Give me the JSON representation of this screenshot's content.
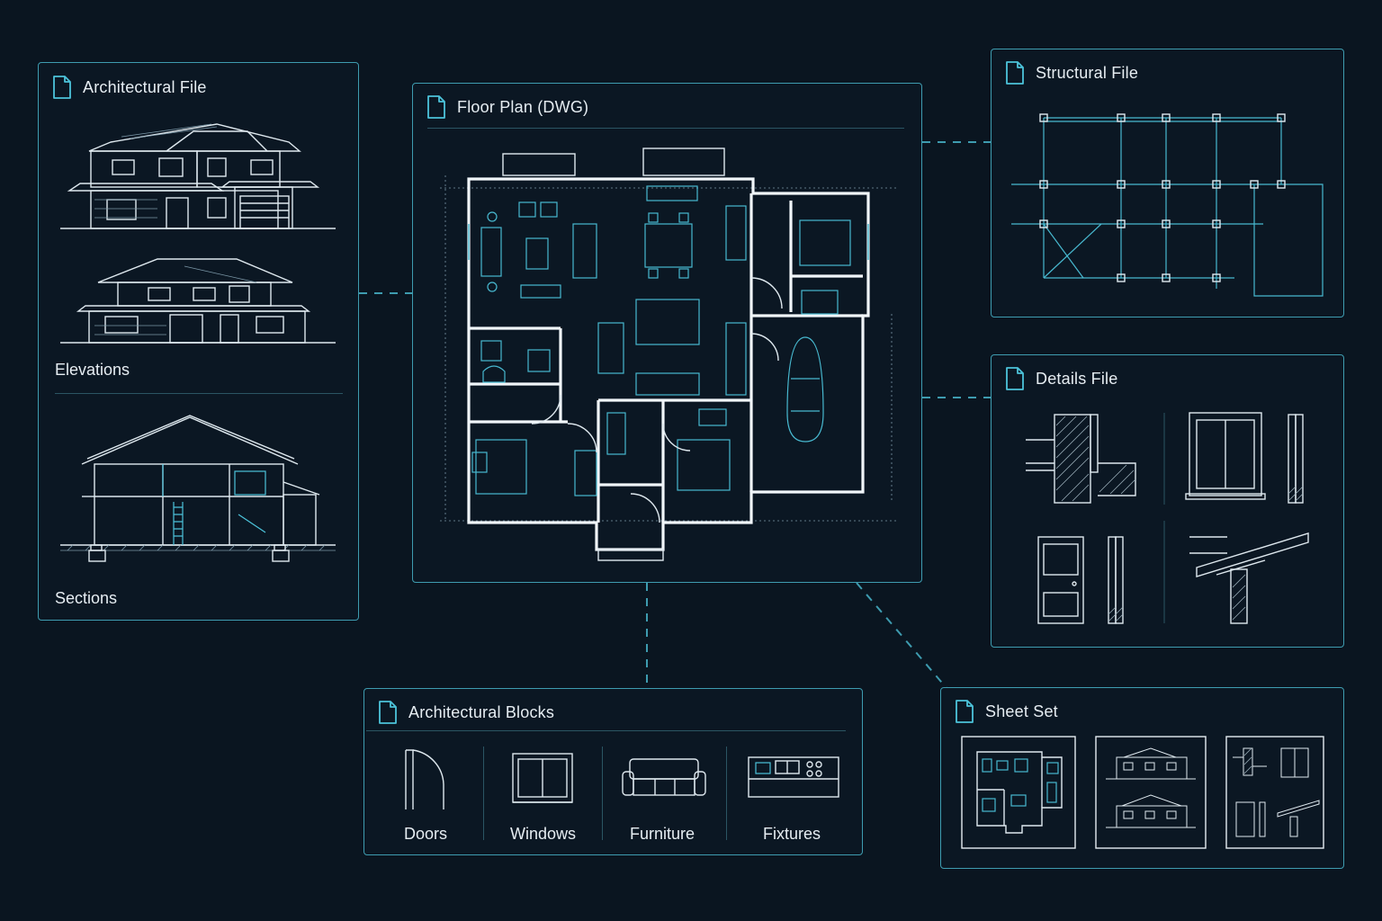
{
  "colors": {
    "background": "#0a1520",
    "border": "#3e9cb0",
    "accent": "#48b9d0",
    "line": "#dfe9ef"
  },
  "architectural_file": {
    "title": "Architectural File",
    "elevations_label": "Elevations",
    "sections_label": "Sections"
  },
  "floor_plan": {
    "title": "Floor Plan (DWG)"
  },
  "structural_file": {
    "title": "Structural File"
  },
  "details_file": {
    "title": "Details File"
  },
  "architectural_blocks": {
    "title": "Architectural Blocks",
    "items": [
      {
        "label": "Doors",
        "icon": "door-icon"
      },
      {
        "label": "Windows",
        "icon": "window-icon"
      },
      {
        "label": "Furniture",
        "icon": "sofa-icon"
      },
      {
        "label": "Fixtures",
        "icon": "kitchen-counter-icon"
      }
    ]
  },
  "sheet_set": {
    "title": "Sheet Set"
  },
  "icons": {
    "panel": "file-document-icon"
  }
}
